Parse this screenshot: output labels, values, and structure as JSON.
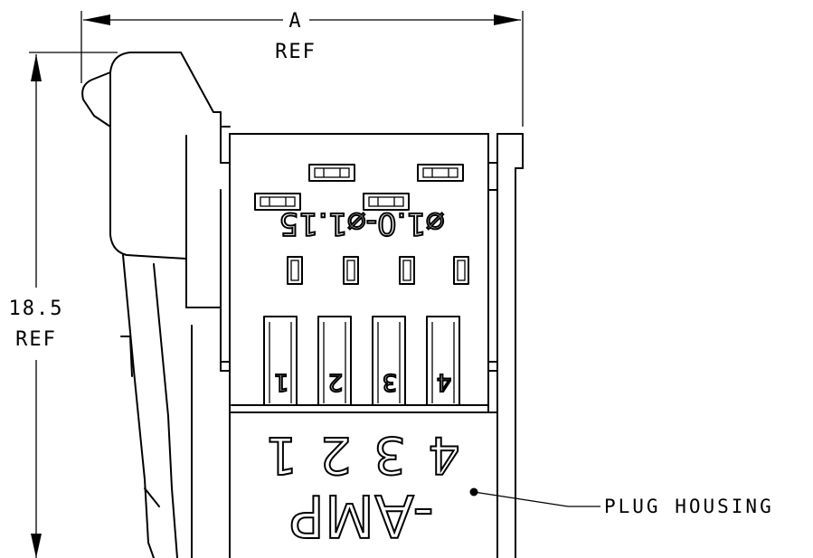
{
  "dimensions": {
    "width_label": "A",
    "width_ref": "REF",
    "height_value": "18.5",
    "height_ref": "REF"
  },
  "callout": {
    "label": "PLUG HOUSING"
  },
  "molded_text": {
    "diameter_marking": "⌀1.0-⌀1.15",
    "pin_numbers": [
      "1",
      "2",
      "3",
      "4"
    ],
    "logo_text": "-AMP"
  }
}
